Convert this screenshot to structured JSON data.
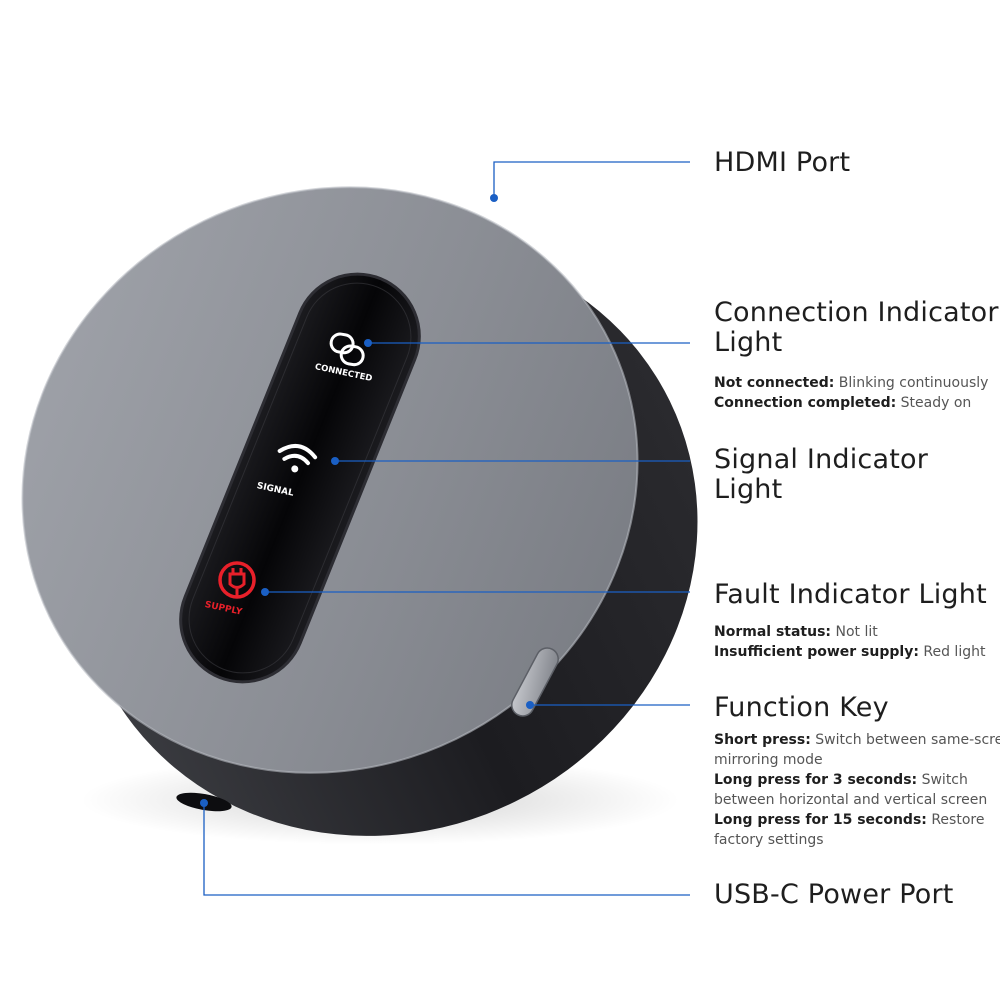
{
  "colors": {
    "leader_line": "#1a5fc4",
    "body_top": "#8e9199",
    "body_edge": "#1d1d20",
    "panel": "#0a0a0c",
    "fault_red": "#e8202a"
  },
  "device": {
    "indicators": {
      "connected": {
        "label": "CONNECTED",
        "icon": "link-icon"
      },
      "signal": {
        "label": "SIGNAL",
        "icon": "wifi-icon"
      },
      "supply": {
        "label": "SUPPLY",
        "icon": "plug-icon"
      }
    }
  },
  "callouts": {
    "hdmi": {
      "title": "HDMI Port"
    },
    "connection": {
      "title_line1": "Connection Indicator",
      "title_line2": "Light",
      "details": [
        {
          "key": "Not connected:",
          "value": " Blinking continuously"
        },
        {
          "key": "Connection completed:",
          "value": " Steady on"
        }
      ]
    },
    "signal": {
      "title": "Signal Indicator Light"
    },
    "fault": {
      "title": "Fault Indicator Light",
      "details": [
        {
          "key": "Normal status:",
          "value": " Not lit"
        },
        {
          "key": "Insufficient power supply:",
          "value": " Red light"
        }
      ]
    },
    "function": {
      "title": "Function Key",
      "lines": [
        {
          "key": "Short press:",
          "value": " Switch between same-screen/"
        },
        {
          "key": "",
          "value": "mirroring mode"
        },
        {
          "key": "Long press for 3 seconds:",
          "value": " Switch"
        },
        {
          "key": "",
          "value": "between horizontal and vertical screen"
        },
        {
          "key": "Long press for 15 seconds:",
          "value": " Restore"
        },
        {
          "key": "",
          "value": "factory settings"
        }
      ]
    },
    "usbc": {
      "title": "USB-C Power Port"
    }
  }
}
